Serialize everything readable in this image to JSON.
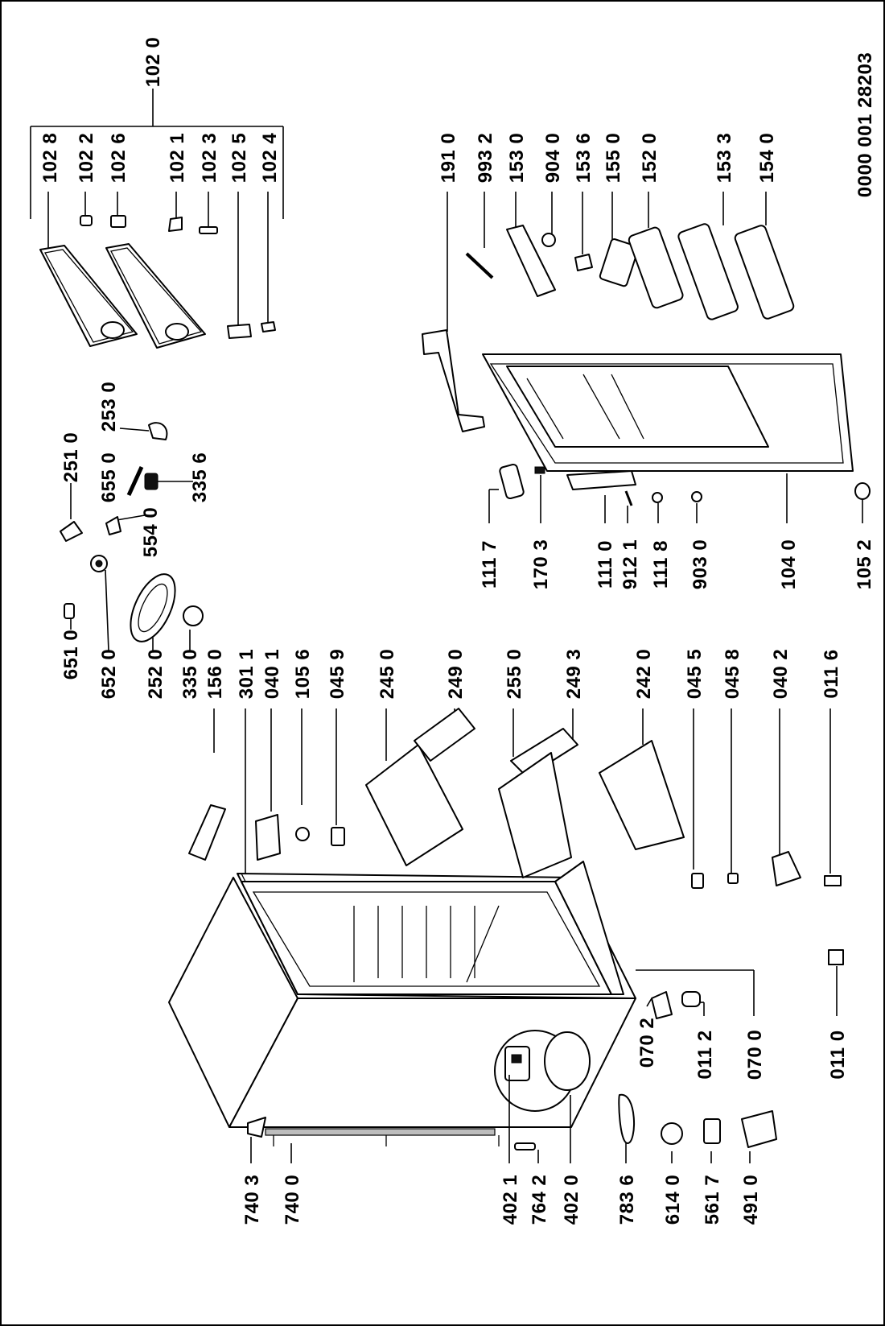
{
  "document": {
    "reference": "0000 001 28203",
    "labels": {
      "l_1020": "102 0",
      "l_1028": "102 8",
      "l_1022": "102 2",
      "l_1026": "102 6",
      "l_1021": "102 1",
      "l_1023": "102 3",
      "l_1025": "102 5",
      "l_1024": "102 4",
      "l_1910": "191 0",
      "l_9932": "993 2",
      "l_1530": "153 0",
      "l_9040": "904 0",
      "l_1536": "153 6",
      "l_1550": "155 0",
      "l_1520": "152 0",
      "l_1533": "153 3",
      "l_1540": "154 0",
      "l_2530": "253 0",
      "l_2510": "251 0",
      "l_6550": "655 0",
      "l_3356": "335 6",
      "l_5540": "554 0",
      "l_6510": "651 0",
      "l_6520": "652 0",
      "l_2520": "252 0",
      "l_3350": "335 0",
      "l_1117": "111 7",
      "l_1703": "170 3",
      "l_1110": "111 0",
      "l_9121": "912 1",
      "l_1118": "111 8",
      "l_9030": "903 0",
      "l_1040": "104 0",
      "l_1052": "105 2",
      "l_1560": "156 0",
      "l_3011": "301 1",
      "l_0401": "040 1",
      "l_1056": "105 6",
      "l_0459": "045 9",
      "l_2450": "245 0",
      "l_2490": "249 0",
      "l_2550": "255 0",
      "l_2493": "249 3",
      "l_2420": "242 0",
      "l_0455": "045 5",
      "l_0458": "045 8",
      "l_0402": "040 2",
      "l_0116": "011 6",
      "l_0702": "070 2",
      "l_0112": "011 2",
      "l_0700": "070 0",
      "l_0110": "011 0",
      "l_7403": "740 3",
      "l_7400": "740 0",
      "l_4021": "402 1",
      "l_7642": "764 2",
      "l_4020": "402 0",
      "l_7836": "783 6",
      "l_6140": "614 0",
      "l_5617": "561 7",
      "l_4910": "491 0"
    }
  }
}
